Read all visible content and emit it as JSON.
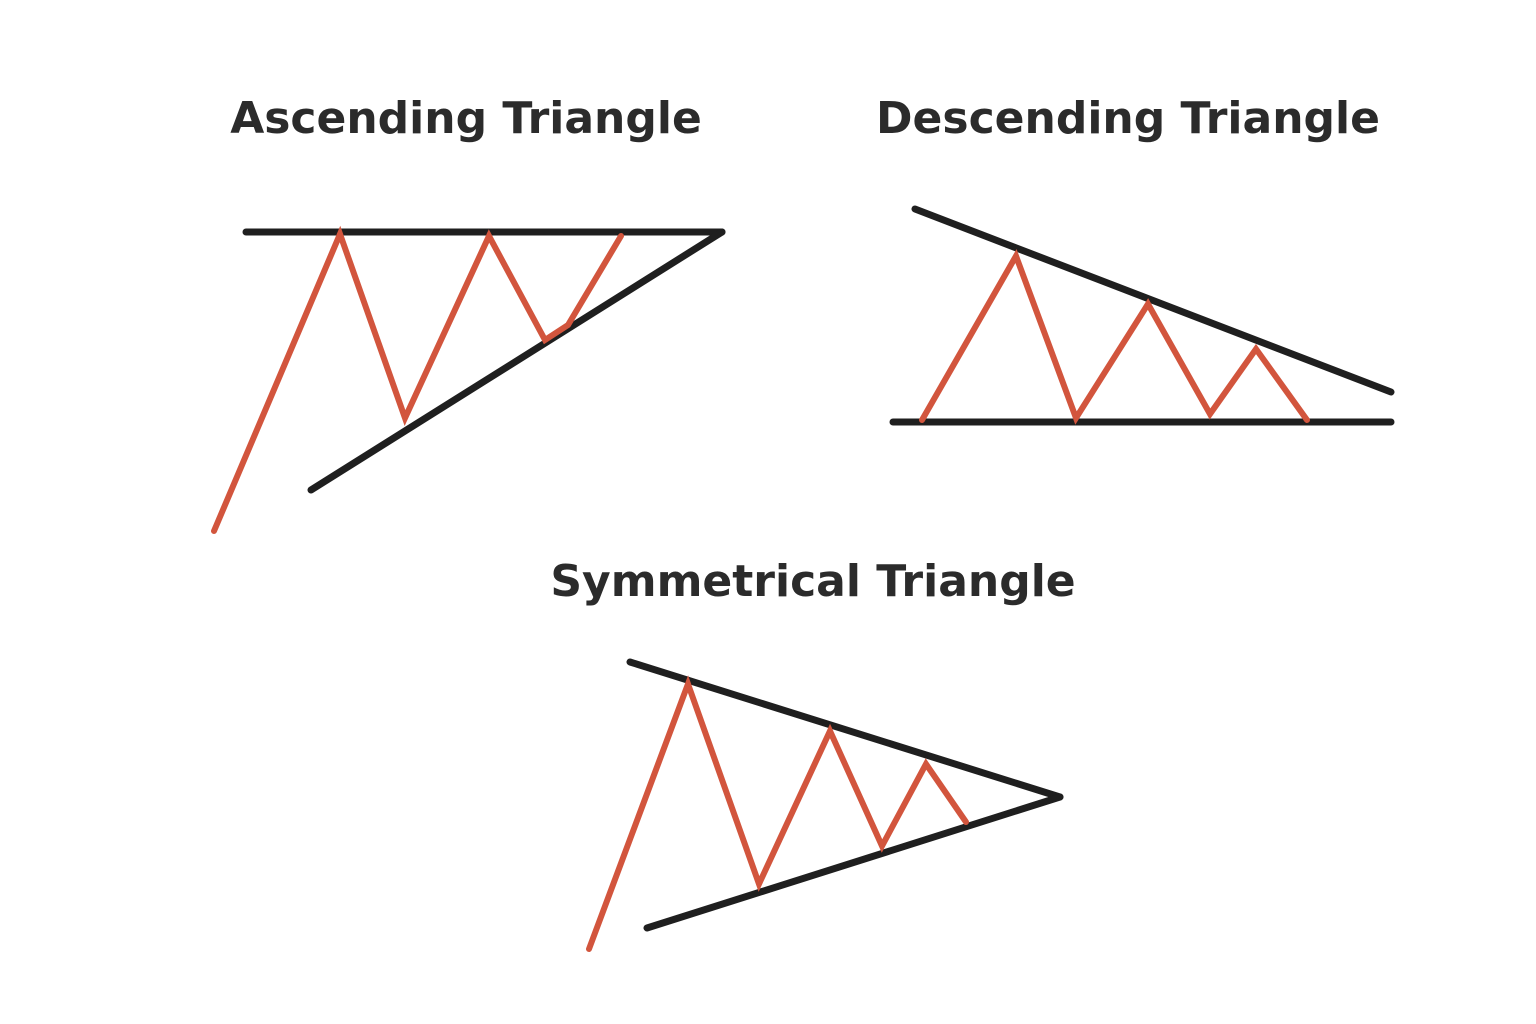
{
  "colors": {
    "background": "#ffffff",
    "title": "#2b2b2b",
    "trendline": "#1f1f1f",
    "price_line": "#d2553d"
  },
  "patterns": [
    {
      "id": "ascending",
      "title": "Ascending Triangle"
    },
    {
      "id": "descending",
      "title": "Descending Triangle"
    },
    {
      "id": "symmetrical",
      "title": "Symmetrical Triangle"
    }
  ]
}
